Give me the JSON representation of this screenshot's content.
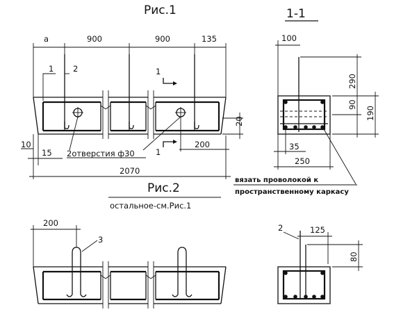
{
  "fig1": {
    "title": "Рис.1",
    "dims": {
      "a": "a",
      "d900a": "900",
      "d900b": "900",
      "d135": "135",
      "d10": "10",
      "d15": "15",
      "d20": "20",
      "d200": "200",
      "d2070": "2070"
    },
    "leaders": {
      "l1": "1",
      "l2": "2"
    },
    "section_mark": "1",
    "holes_label": "2отверстия ф30"
  },
  "section": {
    "title": "1-1",
    "dims": {
      "d100": "100",
      "d290": "290",
      "d90": "90",
      "d190": "190",
      "d35": "35",
      "d250": "250"
    },
    "note_line1": "вязать проволокой к",
    "note_line2": "пространственному каркасу"
  },
  "fig2": {
    "title": "Рис.2",
    "subtitle": "остальное-см.Рис.1",
    "dims": {
      "d200": "200"
    },
    "leader3": "3"
  },
  "fig2_section": {
    "dims": {
      "d125": "125",
      "d80": "80"
    },
    "leader2": "2"
  }
}
